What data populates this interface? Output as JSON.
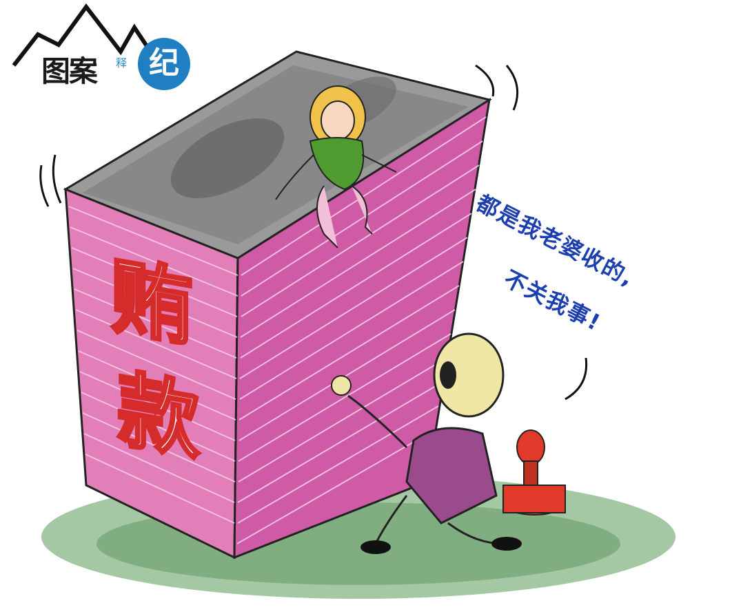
{
  "logo": {
    "main_text": "图案",
    "small_text": "释",
    "circle_text": "纪"
  },
  "stack": {
    "line1": "贿",
    "line2": "款"
  },
  "speech": {
    "line1": "都是我老婆收的,",
    "line2": "不关我事!"
  },
  "colors": {
    "stack_pink": "#e27fb8",
    "stack_red_text": "#d62b2b",
    "speech_blue": "#1c3fb0",
    "logo_blue": "#1f7fc2",
    "suit_purple": "#9a4b8c",
    "grass_green": "#5a9a57",
    "stamp_red": "#e13a2a"
  },
  "icons": {
    "mountain": "mountain-icon"
  }
}
